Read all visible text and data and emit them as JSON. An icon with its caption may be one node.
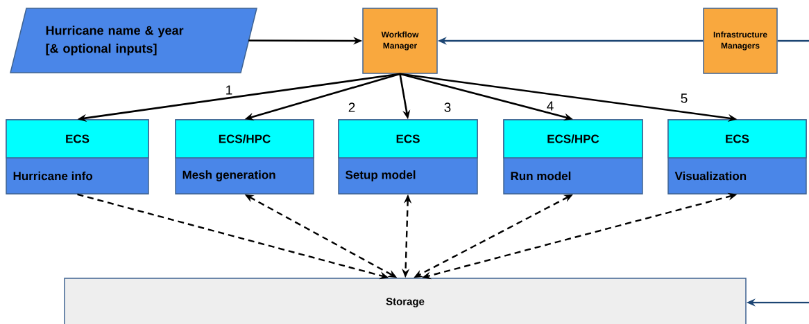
{
  "diagram": {
    "nodes": [
      {
        "text": [
          "Hurricane name & year [& optional inputs]"
        ]
      },
      {
        "text": [
          "Workflow Manager"
        ]
      },
      {
        "text": [
          "Infrastructure Managers"
        ]
      },
      {
        "text": [
          "ECS",
          "Hurricane info"
        ]
      },
      {
        "text": [
          "ECS/HPC",
          "Mesh generation"
        ]
      },
      {
        "text": [
          "ECS",
          "Setup model"
        ]
      },
      {
        "text": [
          "ECS/HPC",
          "Run model"
        ]
      },
      {
        "text": [
          "ECS",
          "Visualization"
        ]
      },
      {
        "text": [
          "Storage"
        ]
      }
    ],
    "edges": [
      {
        "from": 0,
        "to": 1,
        "arrow": "to"
      },
      {
        "from": 2,
        "to": 1,
        "arrow": "to",
        "color": "#1c4573"
      },
      {
        "from": null,
        "to": 2,
        "arrow": "none",
        "color": "#1c4573"
      },
      {
        "from": 1,
        "to": 3,
        "arrow": "to",
        "label": "1"
      },
      {
        "from": 1,
        "to": 4,
        "arrow": "to",
        "label": "2"
      },
      {
        "from": 1,
        "to": 5,
        "arrow": "to",
        "label": "3"
      },
      {
        "from": 1,
        "to": 6,
        "arrow": "to",
        "label": "4"
      },
      {
        "from": 1,
        "to": 7,
        "arrow": "to",
        "label": "5"
      },
      {
        "from": 3,
        "to": 8,
        "arrow": "to",
        "style": "dashed"
      },
      {
        "from": 4,
        "to": 8,
        "arrow": "both",
        "style": "dashed"
      },
      {
        "from": 5,
        "to": 8,
        "arrow": "both",
        "style": "dashed"
      },
      {
        "from": 6,
        "to": 8,
        "arrow": "both",
        "style": "dashed"
      },
      {
        "from": 7,
        "to": 8,
        "arrow": "both",
        "style": "dashed"
      },
      {
        "from": null,
        "to": 8,
        "arrow": "to",
        "color": "#1c4573"
      }
    ]
  }
}
